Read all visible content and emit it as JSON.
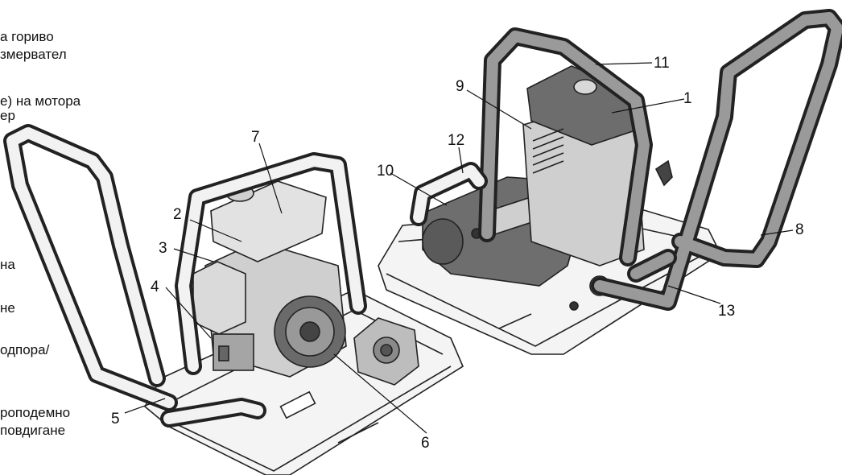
{
  "legend": [
    "а гориво",
    "змервател",
    "е) на мотора",
    "ер",
    "на",
    "не",
    "одпора/",
    "роподемно",
    " повдигане"
  ],
  "callouts": [
    "1",
    "2",
    "3",
    "4",
    "5",
    "6",
    "7",
    "8",
    "9",
    "10",
    "11",
    "12",
    "13"
  ]
}
